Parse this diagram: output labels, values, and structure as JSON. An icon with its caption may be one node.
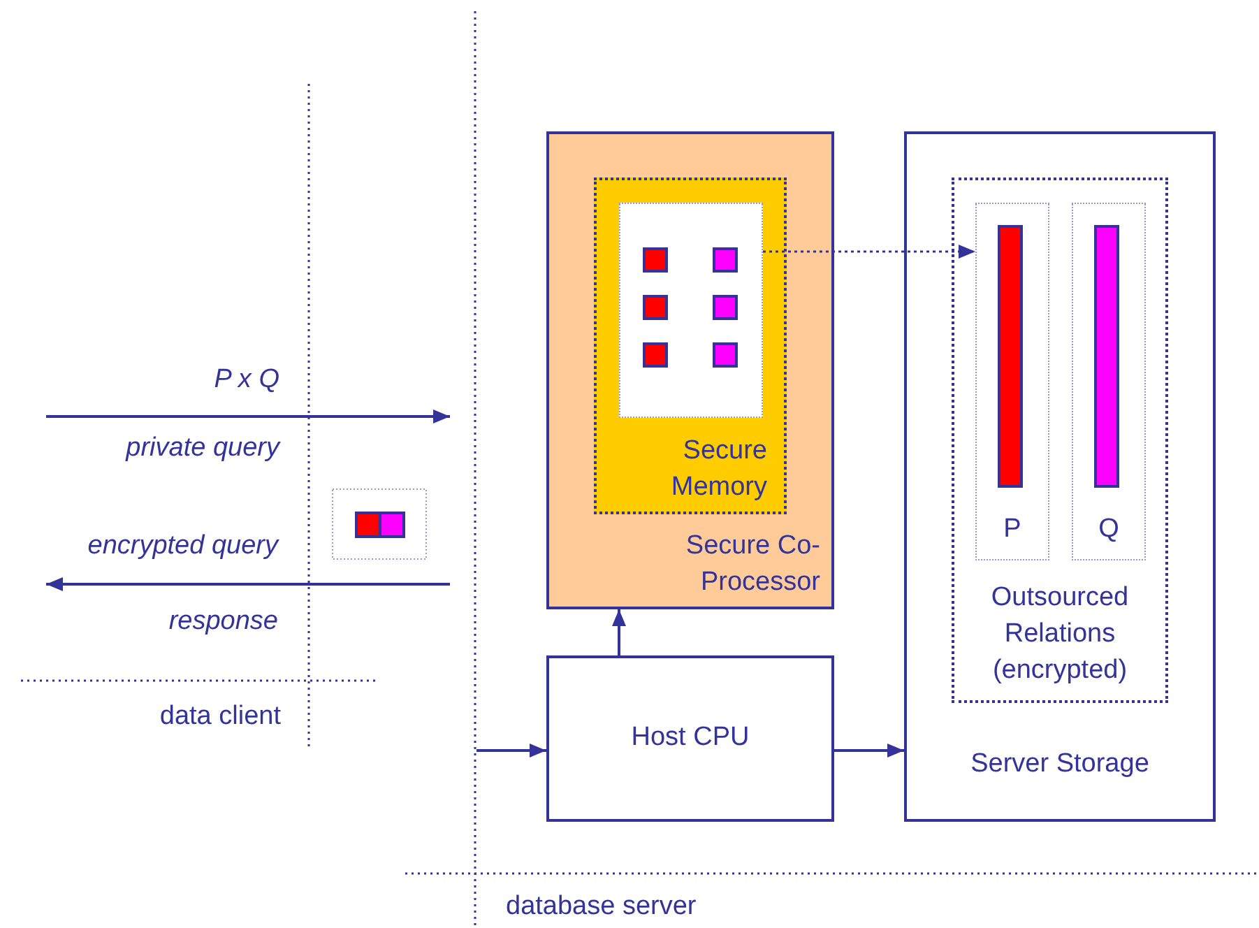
{
  "diagram": {
    "nodes": [
      {
        "text": [
          "Secure Co-Processor"
        ]
      },
      {
        "text": [
          "Secure Memory"
        ],
        "in": 0
      },
      {
        "text": [],
        "shape": "box",
        "in": 1
      },
      {
        "text": [
          "Server Storage"
        ]
      },
      {
        "text": [
          "Outsourced Relations (encrypted)"
        ],
        "in": 3
      },
      {
        "text": [
          "P"
        ],
        "in": 4
      },
      {
        "text": [],
        "shape": "bar",
        "in": 5
      },
      {
        "text": [
          "Q"
        ],
        "in": 4
      },
      {
        "text": [],
        "shape": "bar",
        "in": 7
      },
      {
        "text": [
          "Host CPU"
        ]
      }
    ],
    "edges": [
      {
        "from": null,
        "to": 9,
        "arrow": "to"
      },
      {
        "from": 9,
        "to": 0,
        "arrow": "to"
      },
      {
        "from": 9,
        "to": 3,
        "arrow": "to"
      },
      {
        "from": 2,
        "to": 5,
        "arrow": "to",
        "style": "dashed"
      }
    ],
    "labels": [
      "P x Q",
      "private query",
      "encrypted query",
      "response",
      "data client",
      "database server"
    ]
  }
}
